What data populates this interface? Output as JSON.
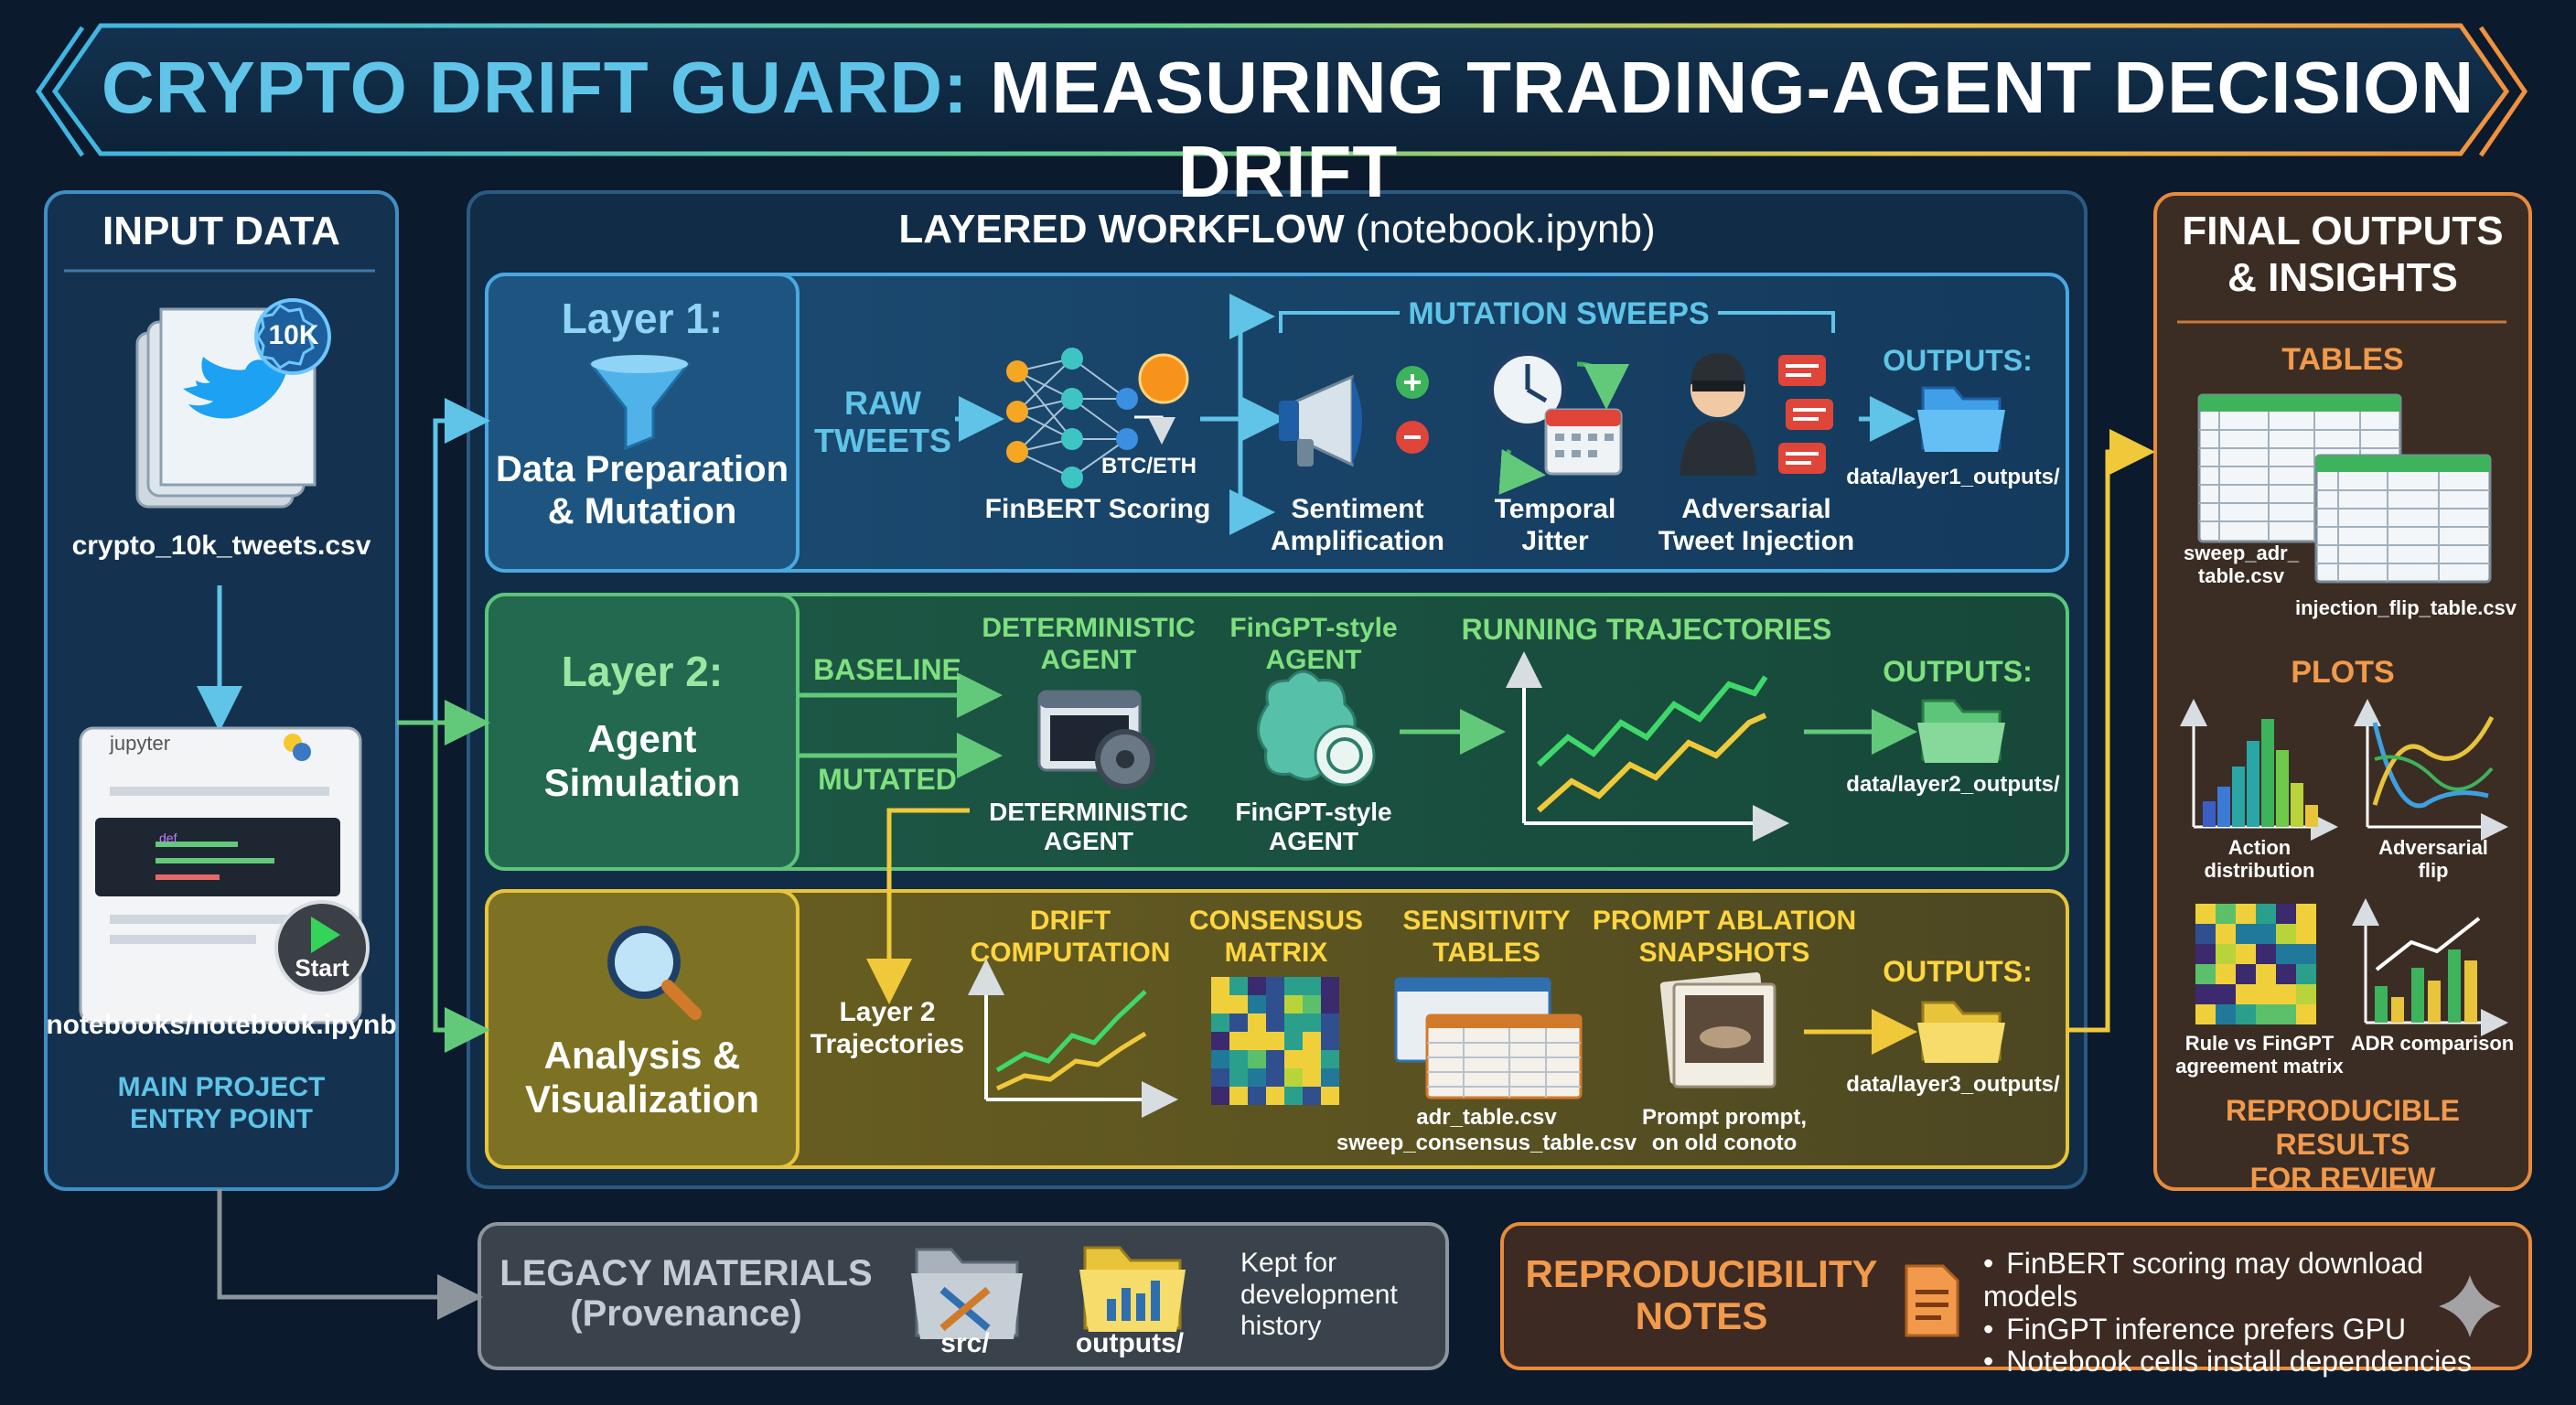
{
  "title": {
    "part1": "CRYPTO DRIFT GUARD:",
    "part2": "MEASURING TRADING-AGENT DECISION DRIFT"
  },
  "input": {
    "heading": "INPUT DATA",
    "badge": "10K",
    "dataset_file": "crypto_10k_tweets.csv",
    "notebook_brand": "jupyter",
    "code_keyword": "def",
    "start_label": "Start",
    "notebook_file": "notebooks/notebook.ipynb",
    "entry_caption": "MAIN PROJECT\nENTRY POINT"
  },
  "workflow": {
    "heading_bold": "LAYERED WORKFLOW",
    "heading_rest": "(notebook.ipynb)"
  },
  "layer1": {
    "title": "Layer 1:",
    "name": "Data Preparation\n& Mutation",
    "raw_tweets": "RAW\nTWEETS",
    "coin_label": "BTC/ETH",
    "finbert": "FinBERT Scoring",
    "sweeps_heading": "MUTATION SWEEPS",
    "sentiment": "Sentiment\nAmplification",
    "temporal": "Temporal\nJitter",
    "adversarial": "Adversarial\nTweet Injection",
    "outputs_heading": "OUTPUTS:",
    "outputs_path": "data/layer1_outputs/"
  },
  "layer2": {
    "title": "Layer 2:",
    "name": "Agent\nSimulation",
    "baseline": "BASELINE",
    "mutated": "MUTATED",
    "det_top": "DETERMINISTIC\nAGENT",
    "fingpt_top": "FinGPT-style\nAGENT",
    "det_bottom": "DETERMINISTIC\nAGENT",
    "fingpt_bottom": "FinGPT-style\nAGENT",
    "trajectories_heading": "RUNNING TRAJECTORIES",
    "outputs_heading": "OUTPUTS:",
    "outputs_path": "data/layer2_outputs/"
  },
  "layer3": {
    "name": "Analysis &\nVisualization",
    "input_label": "Layer 2\nTrajectories",
    "drift": "DRIFT\nCOMPUTATION",
    "consensus": "CONSENSUS\nMATRIX",
    "sensitivity": "SENSITIVITY\nTABLES",
    "ablation": "PROMPT ABLATION\nSNAPSHOTS",
    "tables_caption": "adr_table.csv\nsweep_consensus_table.csv",
    "prompt_caption": "Prompt prompt,\non old conoto",
    "outputs_heading": "OUTPUTS:",
    "outputs_path": "data/layer3_outputs/"
  },
  "final": {
    "heading": "FINAL OUTPUTS\n& INSIGHTS",
    "tables_heading": "TABLES",
    "table1": "sweep_adr_\ntable.csv",
    "table2": "injection_flip_table.csv",
    "plots_heading": "PLOTS",
    "plot1": "Action\ndistribution",
    "plot2": "Adversarial\nflip",
    "plot3": "Rule vs FinGPT\nagreement matrix",
    "plot4": "ADR comparison",
    "footer": "REPRODUCIBLE RESULTS\nFOR REVIEW"
  },
  "legacy": {
    "title": "LEGACY MATERIALS\n(Provenance)",
    "src": "src/",
    "outputs": "outputs/",
    "note": "Kept for\ndevelopment\nhistory"
  },
  "repro": {
    "title": "REPRODUCIBILITY\nNOTES",
    "notes": [
      "FinBERT scoring may download models",
      "FinGPT inference prefers GPU",
      "Notebook cells install dependencies"
    ]
  },
  "colors": {
    "cyan": "#5fc4e8",
    "green": "#63c97a",
    "yellow": "#f0c93a",
    "orange": "#e88a3c",
    "bg": "#0b1a2c"
  }
}
